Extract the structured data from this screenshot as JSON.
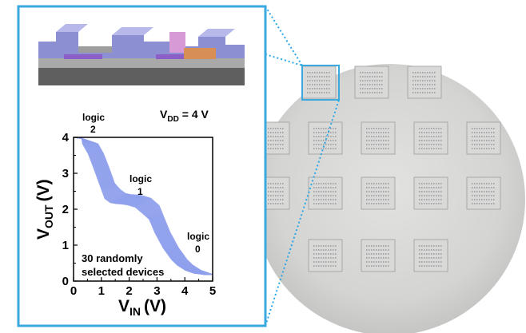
{
  "figure": {
    "highlight_color": "#3aa9e0",
    "dotted_connector_color": "#2aa7e6"
  },
  "device_stack": {
    "layer_colors": {
      "substrate": "#5f5f5f",
      "dielectric": "#a9a9a9",
      "channel": "#8d8fd3",
      "source_drain": "#8b5fc6",
      "top_contact": "#d79ad6",
      "orange_pad": "#d88f56"
    }
  },
  "wafer": {
    "chip_rows": [
      3,
      5,
      5,
      3
    ]
  },
  "chart_data": {
    "type": "line",
    "xlabel_main": "V",
    "xlabel_sub": "IN",
    "xlabel_unit": "(V)",
    "ylabel_main": "V",
    "ylabel_sub": "OUT",
    "ylabel_unit": "(V)",
    "xlim": [
      0,
      5
    ],
    "ylim": [
      0,
      4
    ],
    "x_ticks": [
      "0",
      "1",
      "2",
      "3",
      "4",
      "5"
    ],
    "y_ticks": [
      "0",
      "1",
      "2",
      "3",
      "4"
    ],
    "series_color": "#8fa0ec",
    "series_count": 30,
    "typical_curve": {
      "x": [
        0,
        0.3,
        0.6,
        0.8,
        1.0,
        1.2,
        1.4,
        1.6,
        1.8,
        2.0,
        2.2,
        2.5,
        2.8,
        3.0,
        3.2,
        3.5,
        3.8,
        4.0,
        4.3,
        4.6,
        5.0
      ],
      "y": [
        4.0,
        3.97,
        3.82,
        3.55,
        3.15,
        2.72,
        2.42,
        2.31,
        2.28,
        2.27,
        2.25,
        2.18,
        1.98,
        1.72,
        1.35,
        0.92,
        0.6,
        0.45,
        0.3,
        0.22,
        0.18
      ]
    },
    "annotations": {
      "vdd_main": "V",
      "vdd_sub": "DD",
      "vdd_value": "= 4 V",
      "logic2_word": "logic",
      "logic2_value": "2",
      "logic1_word": "logic",
      "logic1_value": "1",
      "logic0_word": "logic",
      "logic0_value": "0",
      "note_line1": "30 randomly",
      "note_line2": "selected devices"
    }
  }
}
